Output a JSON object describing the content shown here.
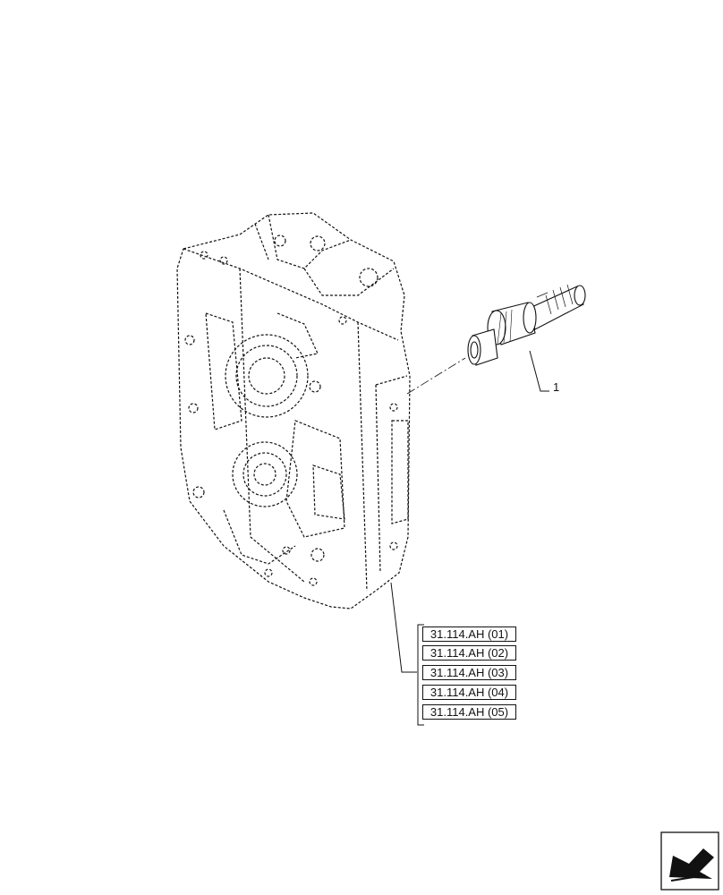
{
  "callout_label": "1",
  "references": [
    "31.114.AH (01)",
    "31.114.AH (02)",
    "31.114.AH (03)",
    "31.114.AH (04)",
    "31.114.AH (05)"
  ],
  "colors": {
    "line": "#111111",
    "background": "#ffffff"
  },
  "icons": {
    "navigation": "arrow-icon"
  }
}
